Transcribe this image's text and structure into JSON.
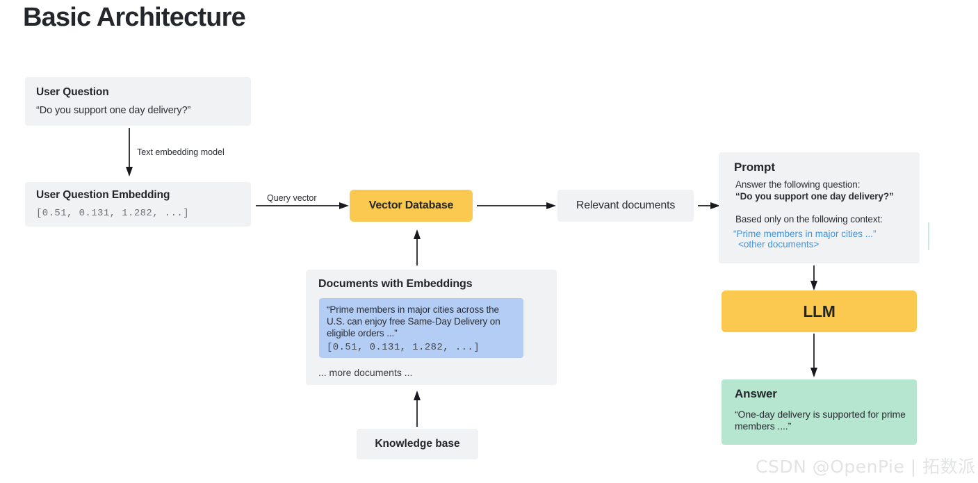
{
  "page": {
    "title": "Basic Architecture",
    "watermark": "CSDN @OpenPie | 拓数派"
  },
  "nodes": {
    "user_question": {
      "title": "User Question",
      "text": "“Do you support one day delivery?”"
    },
    "user_question_embedding": {
      "title": "User Question Embedding",
      "vector": "[0.51, 0.131, 1.282, ...]"
    },
    "vector_database": {
      "label": "Vector Database",
      "color": "#fbc850"
    },
    "relevant_documents": {
      "label": "Relevant documents"
    },
    "documents_with_embeddings": {
      "title": "Documents with Embeddings",
      "document_text": "“Prime members in major cities across the U.S. can enjoy free Same-Day Delivery on eligible orders ...”",
      "document_vector": "[0.51, 0.131, 1.282, ...]",
      "more": "... more documents ...",
      "document_color": "#b4cdf5"
    },
    "knowledge_base": {
      "label": "Knowledge base"
    },
    "prompt": {
      "title": "Prompt",
      "instruction": "Answer the following question:",
      "question": "“Do you support one day delivery?”",
      "context_header": "Based only on the following context:",
      "context_line_1": "“Prime members in major cities ...”",
      "context_line_2": "<other documents>",
      "context_color": "#3f93e0"
    },
    "llm": {
      "label": "LLM",
      "color": "#fbc850"
    },
    "answer": {
      "title": "Answer",
      "text": "“One-day delivery is supported for prime members ....”",
      "color": "#b6e5d0"
    }
  },
  "edges": {
    "text_embedding_model": "Text embedding model",
    "query_vector": "Query vector"
  }
}
